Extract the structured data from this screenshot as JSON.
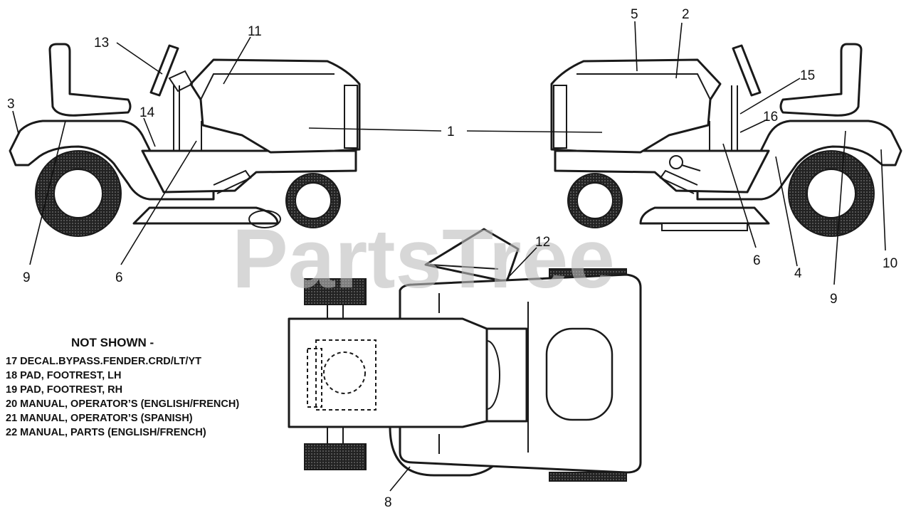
{
  "watermark": "PartsTree",
  "callouts": {
    "c1": "1",
    "c2": "2",
    "c3": "3",
    "c4": "4",
    "c5": "5",
    "c6_left": "6",
    "c6_right": "6",
    "c8": "8",
    "c9_left": "9",
    "c9_right": "9",
    "c10": "10",
    "c11": "11",
    "c12": "12",
    "c13": "13",
    "c14": "14",
    "c15": "15",
    "c16": "16"
  },
  "not_shown": {
    "heading": "NOT SHOWN -",
    "items": [
      "17 DECAL.BYPASS.FENDER.CRD/LT/YT",
      "18 PAD, FOOTREST, LH",
      "19 PAD, FOOTREST, RH",
      "20 MANUAL, OPERATOR’S (ENGLISH/FRENCH)",
      "21 MANUAL, OPERATOR’S (SPANISH)",
      "22 MANUAL, PARTS (ENGLISH/FRENCH)"
    ]
  }
}
